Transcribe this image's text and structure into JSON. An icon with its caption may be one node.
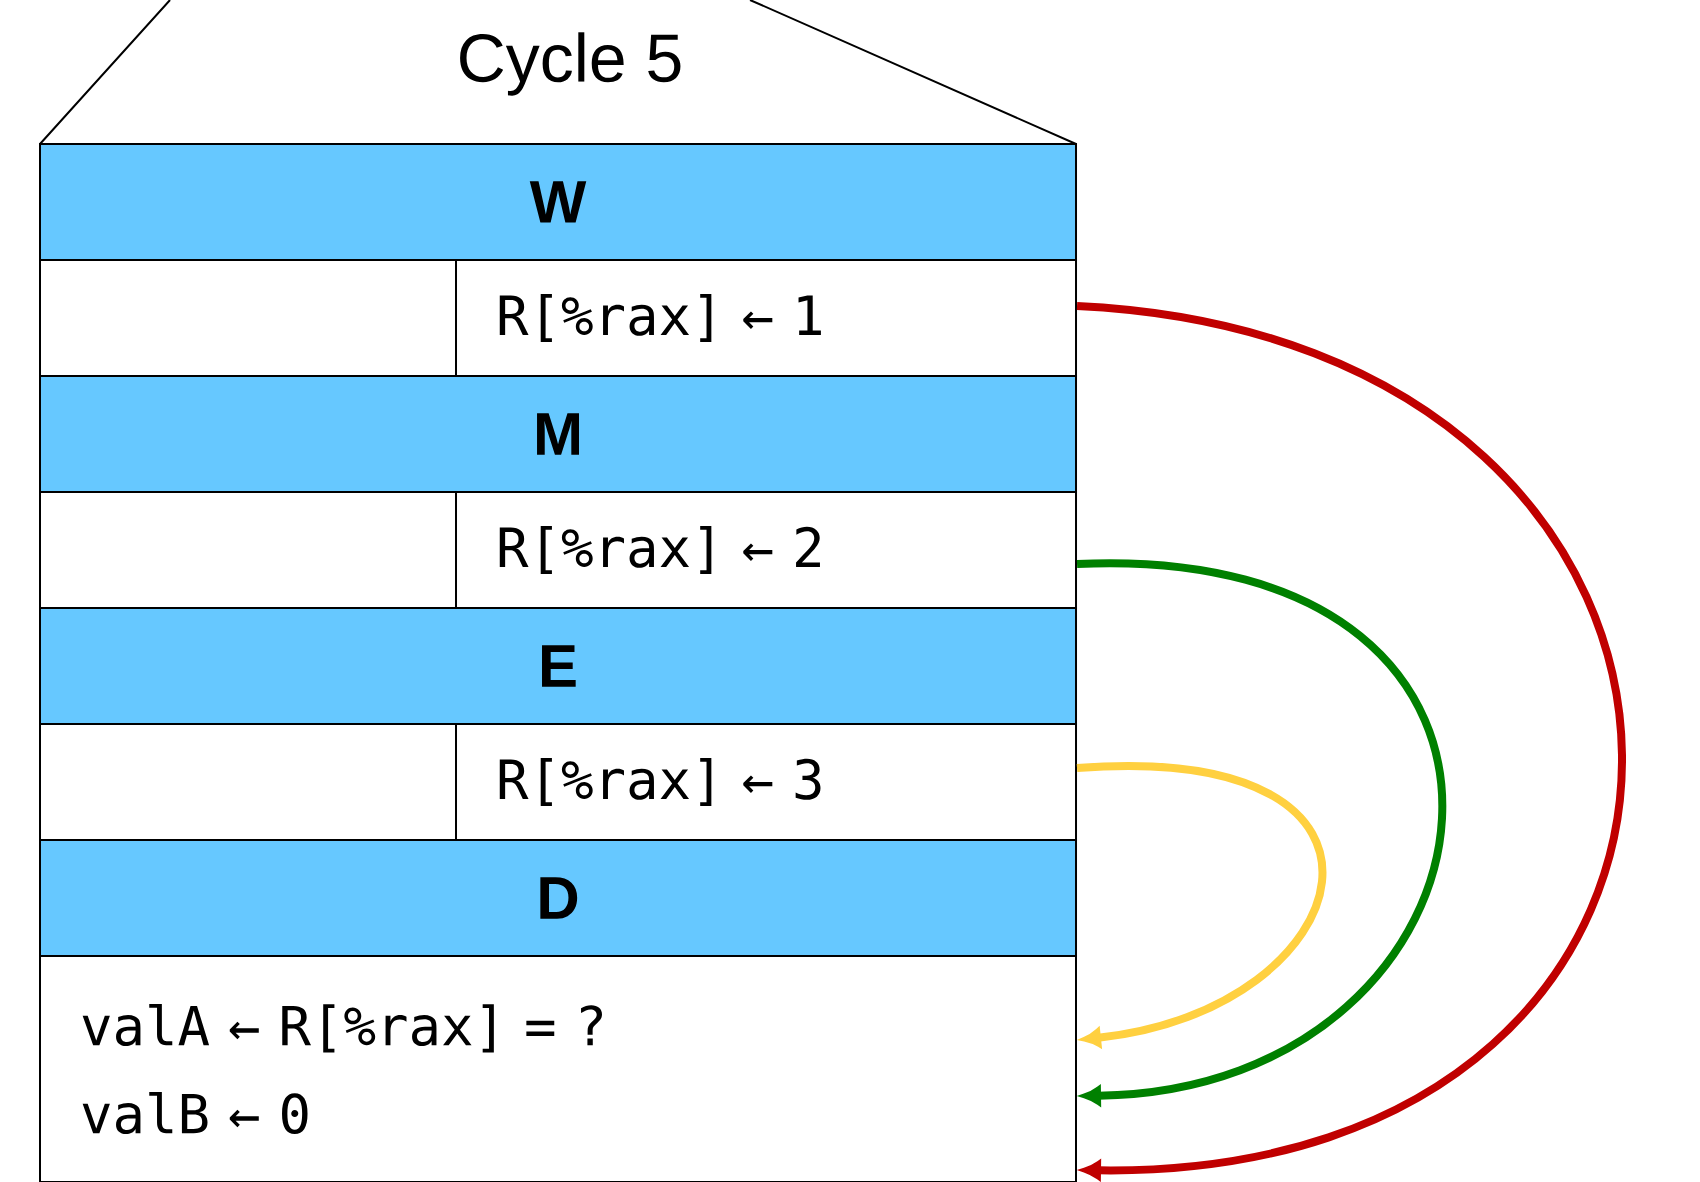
{
  "diagram": {
    "title": "Cycle 5",
    "nodes": [
      {
        "text": [
          "W"
        ]
      },
      {
        "text": [],
        "shape": "box"
      },
      {
        "text": [
          "R[%rax] ← 1"
        ]
      },
      {
        "text": [
          "M"
        ]
      },
      {
        "text": [],
        "shape": "box"
      },
      {
        "text": [
          "R[%rax] ← 2"
        ]
      },
      {
        "text": [
          "E"
        ]
      },
      {
        "text": [],
        "shape": "box"
      },
      {
        "text": [
          "R[%rax] ← 3"
        ]
      },
      {
        "text": [
          "D"
        ]
      },
      {
        "text": [
          "valA ← R[%rax] = ?",
          "valB ← 0"
        ]
      }
    ],
    "edges": [
      {
        "from": 2,
        "to": 10,
        "arrow": "to",
        "color": "#c00000"
      },
      {
        "from": 5,
        "to": 10,
        "arrow": "to",
        "color": "#008000"
      },
      {
        "from": 8,
        "to": 10,
        "arrow": "to",
        "color": "#ffd040"
      }
    ]
  }
}
